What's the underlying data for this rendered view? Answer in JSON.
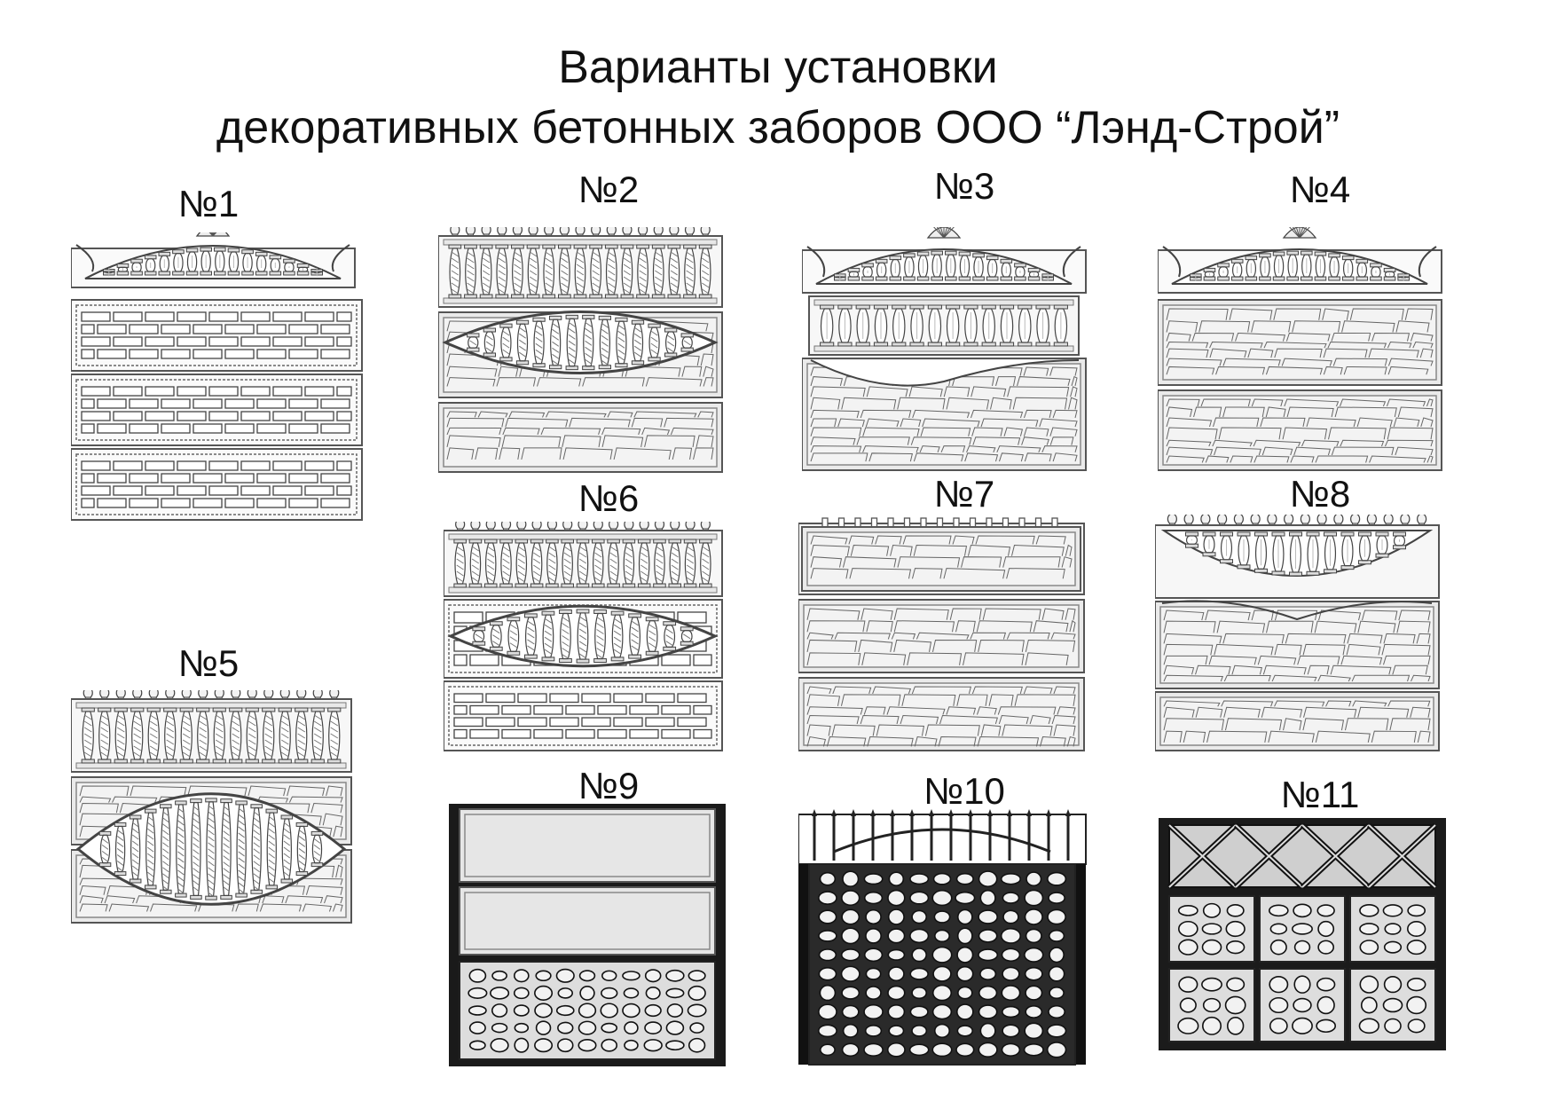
{
  "title": {
    "line1": "Варианты установки",
    "line2": "декоративных бетонных заборов ООО “Лэнд-Строй”"
  },
  "fences": [
    {
      "label": "№1"
    },
    {
      "label": "№2"
    },
    {
      "label": "№3"
    },
    {
      "label": "№4"
    },
    {
      "label": "№5"
    },
    {
      "label": "№6"
    },
    {
      "label": "№7"
    },
    {
      "label": "№8"
    },
    {
      "label": "№9"
    },
    {
      "label": "№10"
    },
    {
      "label": "№11"
    }
  ]
}
